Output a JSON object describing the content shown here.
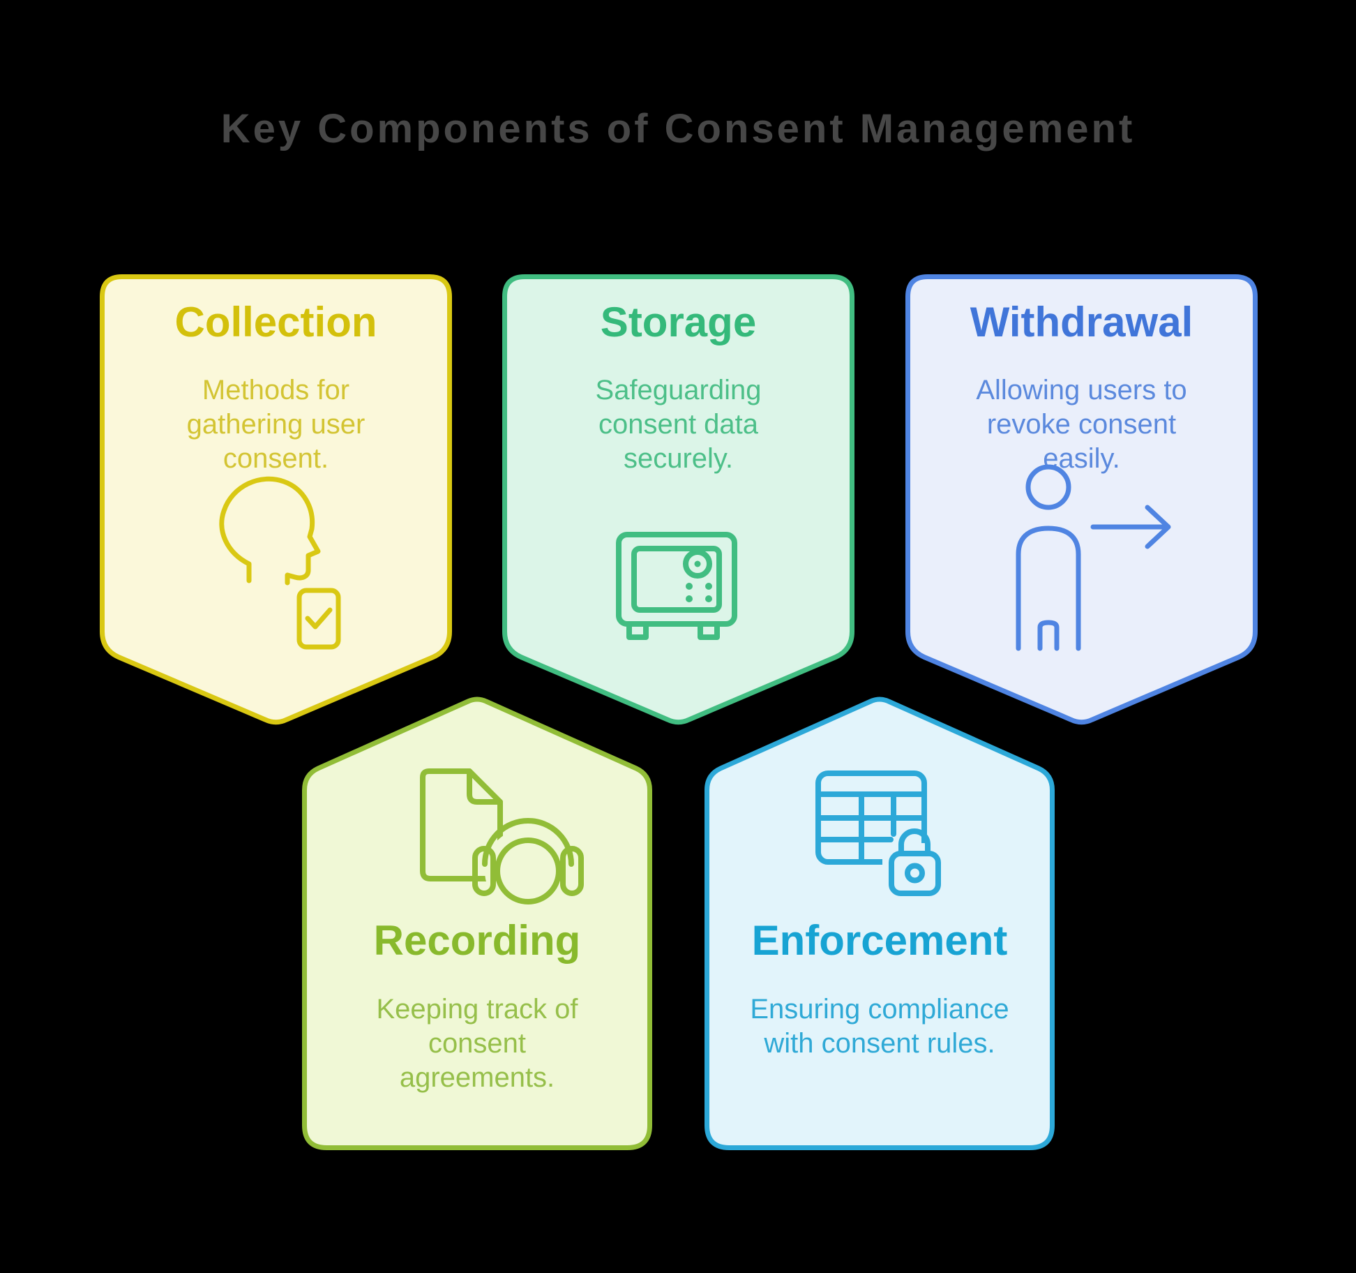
{
  "title": "Key Components of Consent Management",
  "title_color": "#474747",
  "background_color": "#000000",
  "cards": [
    {
      "id": "collection",
      "label": "Collection",
      "description": "Methods for\ngathering user\nconsent.",
      "icon": "head-check-icon",
      "colors": {
        "border": "#d9c813",
        "fill": "#fbf8da",
        "title": "#d3c00b",
        "desc": "#d3c433",
        "icon": "#d9c813"
      }
    },
    {
      "id": "storage",
      "label": "Storage",
      "description": "Safeguarding\nconsent data\nsecurely.",
      "icon": "safe-icon",
      "colors": {
        "border": "#41bd81",
        "fill": "#dcf5e8",
        "title": "#34b97a",
        "desc": "#4cbf88",
        "icon": "#41bd81"
      }
    },
    {
      "id": "withdrawal",
      "label": "Withdrawal",
      "description": "Allowing users to\nrevoke consent\neasily.",
      "icon": "person-arrow-icon",
      "colors": {
        "border": "#4f84e2",
        "fill": "#eaeffb",
        "title": "#4075d9",
        "desc": "#5b89dd",
        "icon": "#4f84e2"
      }
    },
    {
      "id": "recording",
      "label": "Recording",
      "description": "Keeping track of\nconsent\nagreements.",
      "icon": "document-headphones-icon",
      "colors": {
        "border": "#91bd37",
        "fill": "#f0f8d6",
        "title": "#88b92c",
        "desc": "#96bf4a",
        "icon": "#91bd37"
      }
    },
    {
      "id": "enforcement",
      "label": "Enforcement",
      "description": "Ensuring compliance\nwith consent rules.",
      "icon": "table-lock-icon",
      "colors": {
        "border": "#2ca8d8",
        "fill": "#e2f4fb",
        "title": "#17a3d3",
        "desc": "#2fa9d6",
        "icon": "#2ca8d8"
      }
    }
  ]
}
